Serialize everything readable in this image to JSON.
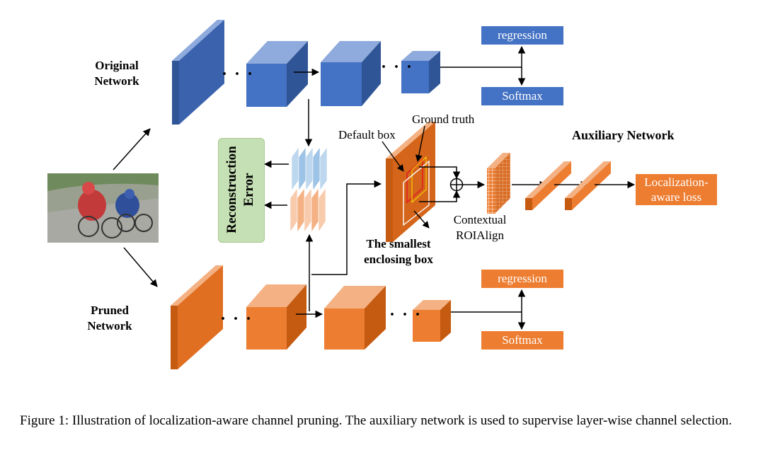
{
  "labels": {
    "original_network": "Original\nNetwork",
    "pruned_network": "Pruned\nNetwork",
    "reconstruction_error": "Reconstruction\nError",
    "ground_truth": "Ground truth",
    "default_box": "Default box",
    "auxiliary_network": "Auxiliary Network",
    "contextual_roialign": "Contextual\nROIAlign",
    "smallest_enclosing_box": "The smallest\nenclosing box",
    "regression_top": "regression",
    "softmax_top": "Softmax",
    "regression_bottom": "regression",
    "softmax_bottom": "Softmax",
    "localization_loss": "Localization-\naware loss",
    "ellipsis": "· · ·"
  },
  "caption": "Figure 1: Illustration of localization-aware channel pruning. The auxiliary network is used to supervise layer-wise channel selection.",
  "colors": {
    "blue_front": "#4472c4",
    "blue_top": "#8faadc",
    "blue_side": "#2f5597",
    "orange_front": "#ed7d31",
    "orange_top": "#f4b183",
    "orange_side": "#c55a11",
    "light_blue": "#9dc3e6",
    "light_orange": "#f8cbad",
    "green": "#c5e0b4"
  }
}
